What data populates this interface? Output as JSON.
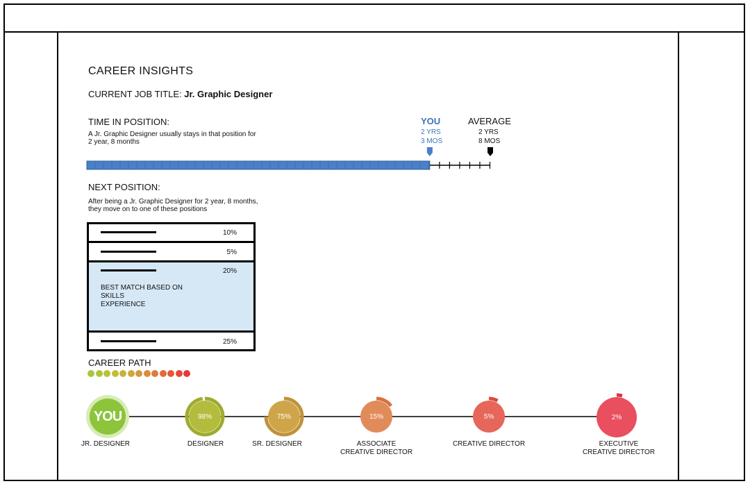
{
  "header": {
    "title": "CAREER INSIGHTS",
    "job_label": "CURRENT JOB TITLE:",
    "job_value": "Jr. Graphic Designer"
  },
  "time": {
    "heading": "TIME IN POSITION:",
    "desc1": "A Jr. Graphic Designer usually stays in that position for",
    "desc2": "2 year, 8 months",
    "you_label": "YOU",
    "you_yrs": "2 YRS",
    "you_mos": "3 MOS",
    "avg_label": "AVERAGE",
    "avg_yrs": "2 YRS",
    "avg_mos": "8 MOS",
    "you_fraction": 0.85
  },
  "next": {
    "heading": "NEXT POSITION:",
    "desc1": "After being a Jr. Graphic Designer for 2 year, 8 months,",
    "desc2": "they move on to one of these positions",
    "rows": [
      {
        "pct": "10%"
      },
      {
        "pct": "5%"
      },
      {
        "pct": "20%",
        "note1": "BEST MATCH BASED ON",
        "note2": "SKILLS",
        "note3": "EXPERIENCE"
      },
      {
        "pct": "25%"
      }
    ]
  },
  "career": {
    "heading": "CAREER PATH",
    "dot_colors": [
      "#a6c83b",
      "#b0c53b",
      "#b9c13b",
      "#c2bc3b",
      "#c9b23b",
      "#cfa73b",
      "#d59a3b",
      "#da8c3b",
      "#df7b3b",
      "#e26a3a",
      "#e5573a",
      "#e7463a",
      "#e8363a"
    ],
    "you_text": "YOU",
    "nodes": [
      {
        "label": "JR. DESIGNER",
        "value": "",
        "color": "#8cc43c"
      },
      {
        "label": "DESIGNER",
        "value": "98%",
        "color": "#b3bc3c"
      },
      {
        "label": "SR. DESIGNER",
        "value": "75%",
        "color": "#cfa54a"
      },
      {
        "label": "ASSOCIATE\nCREATIVE DIRECTOR",
        "value": "15%",
        "color": "#e28b5a"
      },
      {
        "label": "CREATIVE DIRECTOR",
        "value": "5%",
        "color": "#e6665a"
      },
      {
        "label": "EXECUTIVE\nCREATIVE DIRECTOR",
        "value": "2%",
        "color": "#e94f5f"
      }
    ]
  }
}
